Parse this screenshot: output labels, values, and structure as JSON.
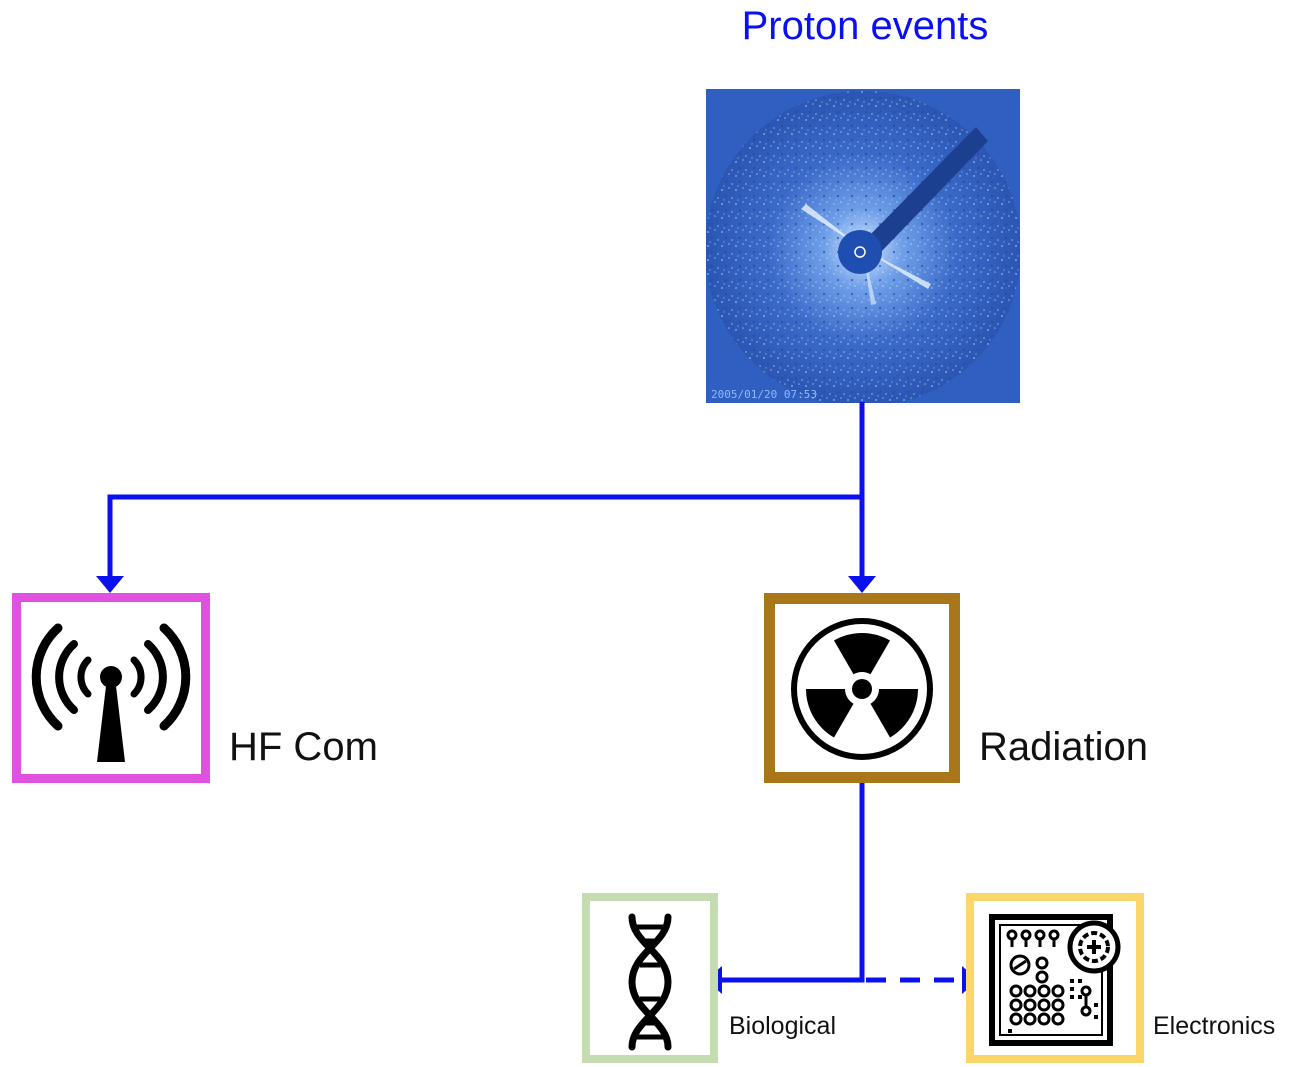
{
  "title": "Proton events",
  "image": {
    "description_icon": "coronagraph-image",
    "timestamp": "2005/01/20 07:53"
  },
  "nodes": {
    "hf_com": {
      "label": "HF Com",
      "icon": "radio-antenna-icon",
      "border_color": "#e051e0"
    },
    "radiation": {
      "label": "Radiation",
      "icon": "radiation-hazard-icon",
      "border_color": "#a9771a"
    },
    "biological": {
      "label": "Biological",
      "icon": "dna-icon",
      "border_color": "#c5dcb3"
    },
    "electronics": {
      "label": "Electronics",
      "icon": "circuit-board-icon",
      "border_color": "#fcd669"
    }
  },
  "colors": {
    "title": "#0a10f0",
    "connector": "#0a10f0"
  }
}
